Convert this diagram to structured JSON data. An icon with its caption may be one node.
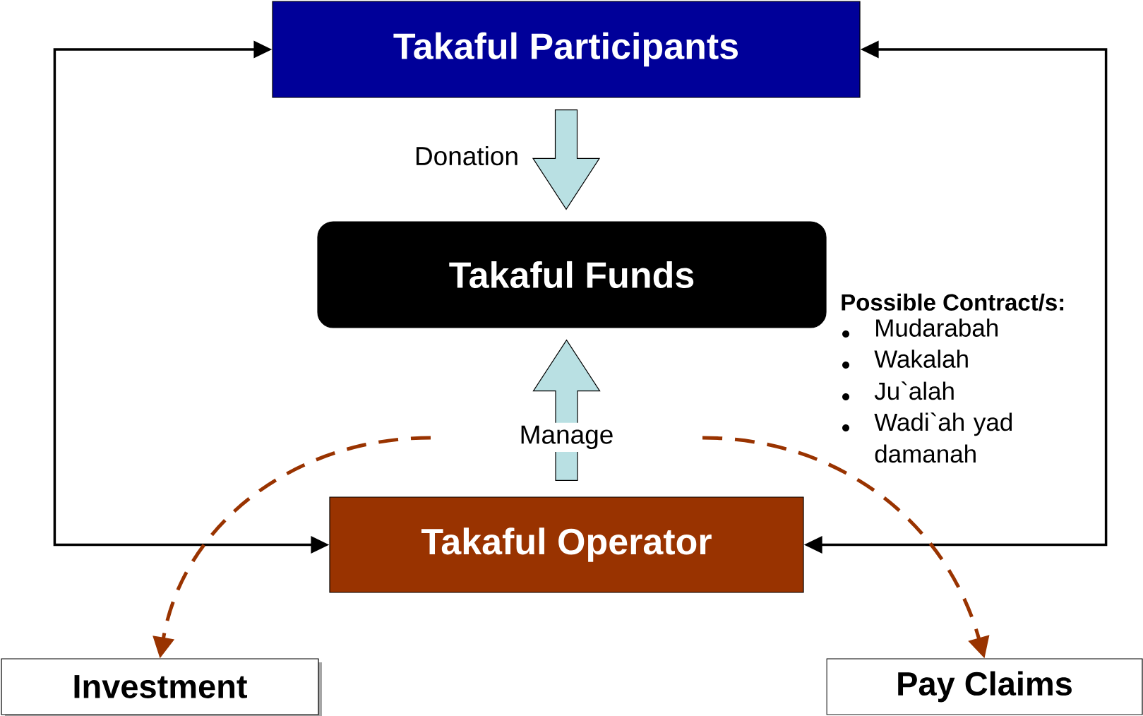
{
  "diagram": {
    "nodes": [
      {
        "text": [
          "Takaful Participants"
        ]
      },
      {
        "text": [
          "Takaful Funds"
        ]
      },
      {
        "text": [
          "Takaful Operator"
        ]
      },
      {
        "text": [
          "Investment"
        ]
      },
      {
        "text": [
          "Pay Claims"
        ]
      }
    ],
    "edges": [
      {
        "from": 0,
        "to": 1,
        "arrow": "to",
        "label": "Donation",
        "style": "thick",
        "color": "#b9e0e3"
      },
      {
        "from": 2,
        "to": 1,
        "arrow": "to",
        "label": "Manage",
        "style": "thick",
        "color": "#b9e0e3"
      },
      {
        "from": 2,
        "to": 0,
        "arrow": "both",
        "color": "#000000"
      },
      {
        "from": 2,
        "to": 0,
        "arrow": "both",
        "color": "#000000"
      },
      {
        "from": null,
        "to": 3,
        "arrow": "to",
        "style": "dashed",
        "color": "#993300"
      },
      {
        "from": null,
        "to": 4,
        "arrow": "to",
        "style": "dashed",
        "color": "#993300"
      }
    ],
    "labels": [
      "Possible Contract/s:",
      "Mudarabah",
      "Wakalah",
      "Ju`alah",
      "Wadi`ah yad damanah"
    ]
  }
}
